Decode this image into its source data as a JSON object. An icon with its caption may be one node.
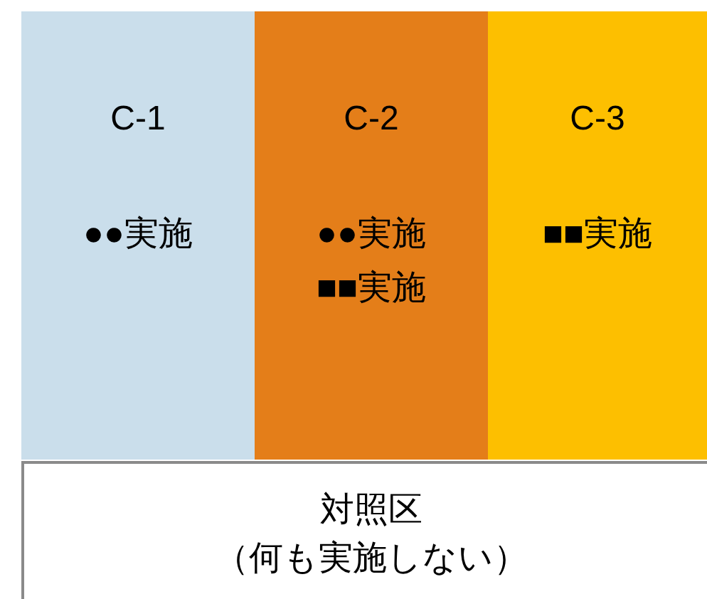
{
  "diagram": {
    "nodes": [
      {
        "text": [
          "C-1",
          "●●実施"
        ]
      },
      {
        "text": [
          "C-2",
          "●●実施",
          "■■実施"
        ]
      },
      {
        "text": [
          "C-3",
          "■■実施"
        ]
      },
      {
        "text": [
          "対照区",
          "（何も実施しない）"
        ]
      }
    ]
  }
}
